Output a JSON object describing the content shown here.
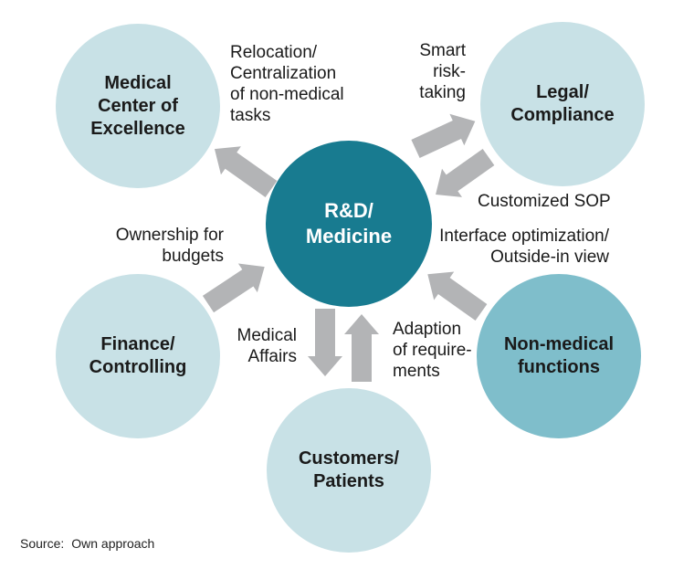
{
  "colors": {
    "center_fill": "#187b90",
    "node_fill_light": "#c8e1e6",
    "node_fill_medium": "#7fbecb",
    "arrow": "#b3b4b6",
    "text": "#1a1a1a",
    "center_text": "#ffffff"
  },
  "center_node": {
    "line1": "R&D/",
    "line2": "Medicine"
  },
  "nodes": {
    "medical_coe": {
      "line1": "Medical",
      "line2": "Center of",
      "line3": "Excellence"
    },
    "legal": {
      "line1": "Legal/",
      "line2": "Compliance"
    },
    "finance": {
      "line1": "Finance/",
      "line2": "Controlling"
    },
    "customers": {
      "line1": "Customers/",
      "line2": "Patients"
    },
    "non_medical": {
      "line1": "Non-medical",
      "line2": "functions"
    }
  },
  "arrow_labels": {
    "relocation": {
      "line1": "Relocation/",
      "line2": "Centralization",
      "line3": "of non-medical",
      "line4": "tasks"
    },
    "smart_risk": {
      "line1": "Smart",
      "line2": "risk-",
      "line3": "taking"
    },
    "customized_sop": {
      "line1": "Customized SOP"
    },
    "interface": {
      "line1": "Interface optimization/",
      "line2": "Outside-in view"
    },
    "ownership": {
      "line1": "Ownership for",
      "line2": "budgets"
    },
    "medical_affairs": {
      "line1": "Medical",
      "line2": "Affairs"
    },
    "adaption": {
      "line1": "Adaption",
      "line2": "of require-",
      "line3": "ments"
    }
  },
  "footer": {
    "source_label": "Source:",
    "source_text": "Own approach"
  }
}
